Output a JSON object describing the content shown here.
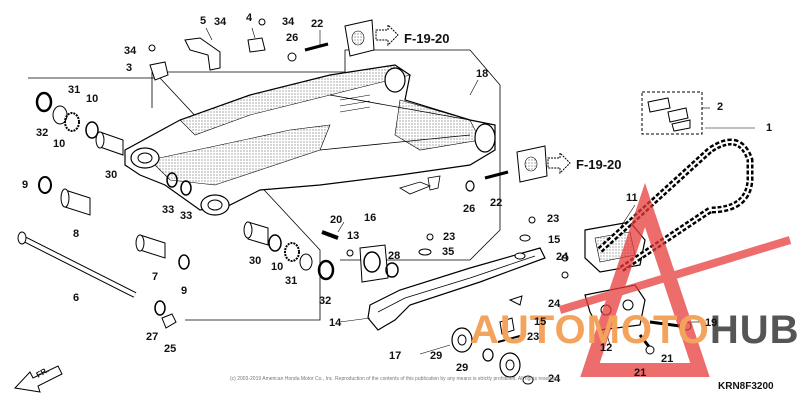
{
  "diagram": {
    "code": "KRN8F3200",
    "copyright": "(c) 2003-2019 American Honda Motor Co., Inc. Reproduction of the contents of this publication by any means is strictly prohibited. All rights reserved.",
    "fr_label": "FR.",
    "ref_labels": [
      "F-19-20",
      "F-19-20"
    ],
    "watermark": {
      "prefix": "AUTOMOTO",
      "suffix": "HUB",
      "color_a": "#f4a35c",
      "color_b": "#555555",
      "logo_color": "#e83b3b"
    },
    "callouts": [
      "1",
      "2",
      "3",
      "4",
      "5",
      "6",
      "7",
      "8",
      "9",
      "9",
      "10",
      "10",
      "10",
      "11",
      "12",
      "13",
      "14",
      "15",
      "15",
      "16",
      "17",
      "18",
      "19",
      "20",
      "21",
      "21",
      "22",
      "22",
      "23",
      "23",
      "23",
      "24",
      "24",
      "24",
      "25",
      "26",
      "26",
      "27",
      "28",
      "29",
      "29",
      "30",
      "30",
      "31",
      "31",
      "32",
      "32",
      "33",
      "33",
      "34",
      "34",
      "34",
      "35"
    ]
  }
}
